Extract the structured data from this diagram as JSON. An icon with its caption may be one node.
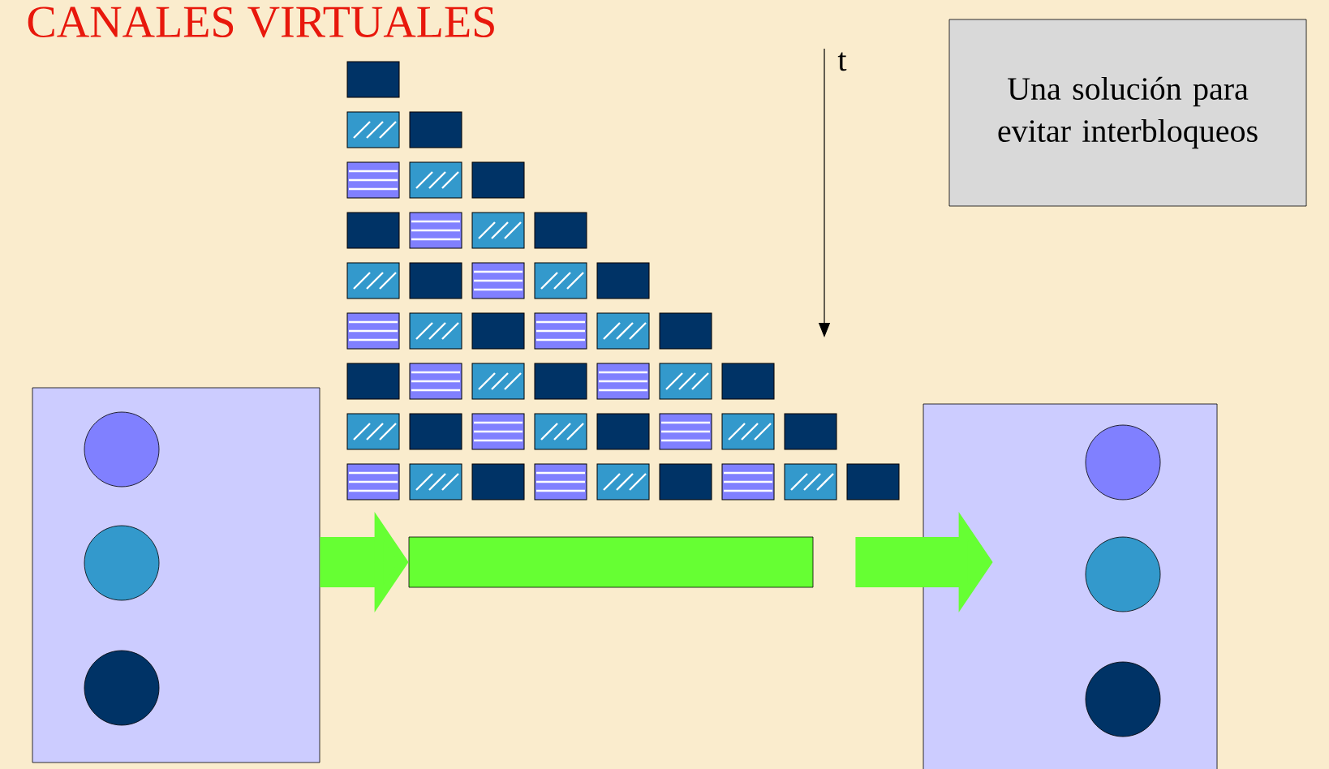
{
  "diagram": {
    "title": "CANALES VIRTUALES",
    "nodes": [
      {
        "text": [],
        "shape": "box"
      },
      {
        "text": [],
        "shape": "circle",
        "in": 0
      },
      {
        "text": [],
        "shape": "circle",
        "in": 0
      },
      {
        "text": [],
        "shape": "circle",
        "in": 0
      },
      {
        "text": [],
        "shape": "bar"
      },
      {
        "text": [],
        "shape": "box"
      },
      {
        "text": [],
        "shape": "circle",
        "in": 5
      },
      {
        "text": [],
        "shape": "circle",
        "in": 5
      },
      {
        "text": [],
        "shape": "circle",
        "in": 5
      },
      {
        "text": [
          "Una solución para evitar interbloqueos"
        ]
      }
    ],
    "edges": [
      {
        "from": 0,
        "to": 4,
        "arrow": "to"
      },
      {
        "from": 4,
        "to": 5,
        "arrow": "to"
      }
    ],
    "labels": [
      "t"
    ]
  }
}
